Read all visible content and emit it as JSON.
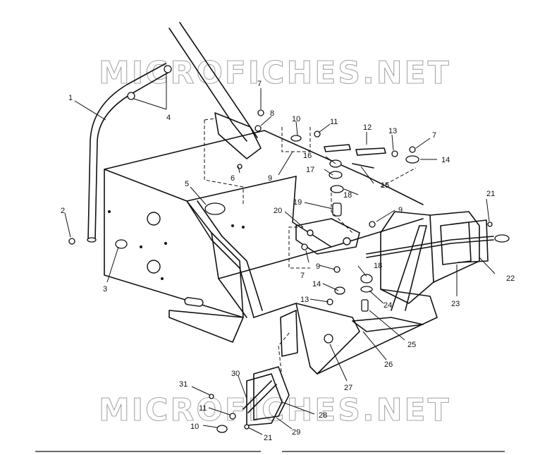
{
  "watermark": {
    "top": "MICROFICHES.NET",
    "bottom": "MICROFICHES.NET",
    "color": "#9a9a9a"
  },
  "callouts": {
    "c1": "1",
    "c2": "2",
    "c3": "3",
    "c4": "4",
    "c5": "5",
    "c6": "6",
    "c7a": "7",
    "c7b": "7",
    "c7c": "7",
    "c8": "8",
    "c9a": "9",
    "c9b": "9",
    "c9c": "9",
    "c10a": "10",
    "c10b": "10",
    "c11a": "11",
    "c11b": "11",
    "c12": "12",
    "c13a": "13",
    "c13b": "13",
    "c14a": "14",
    "c14b": "14",
    "c15": "15",
    "c16": "16",
    "c17": "17",
    "c18a": "18",
    "c18b": "18",
    "c19": "19",
    "c20": "20",
    "c21a": "21",
    "c21b": "21",
    "c22": "22",
    "c23": "23",
    "c24": "24",
    "c25": "25",
    "c26": "26",
    "c27": "27",
    "c28": "28",
    "c29": "29",
    "c30": "30",
    "c31": "31"
  }
}
